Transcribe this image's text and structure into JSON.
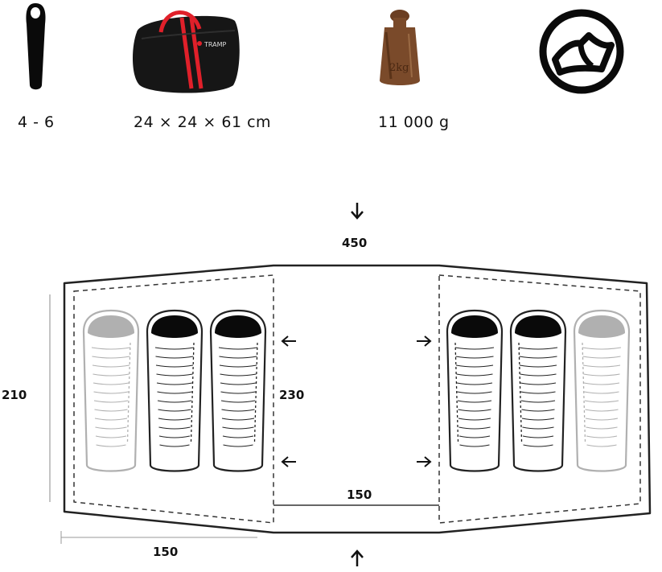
{
  "specs": {
    "persons": "4 - 6",
    "pack_size": "24 × 24 × 61 cm",
    "weight": "11 000 g"
  },
  "bag_logo_text": "TRAMP",
  "weight_icon_text": "2kg",
  "dimensions": {
    "total_length": "450",
    "depth": "210",
    "middle_height": "230",
    "vestibule_width": "150",
    "bedroom_width": "150"
  },
  "colors": {
    "bag_accent": "#e0202a",
    "outline": "#222222",
    "faded_bag": "#b0b0b0",
    "weight_brown": "#7a4a2a"
  }
}
